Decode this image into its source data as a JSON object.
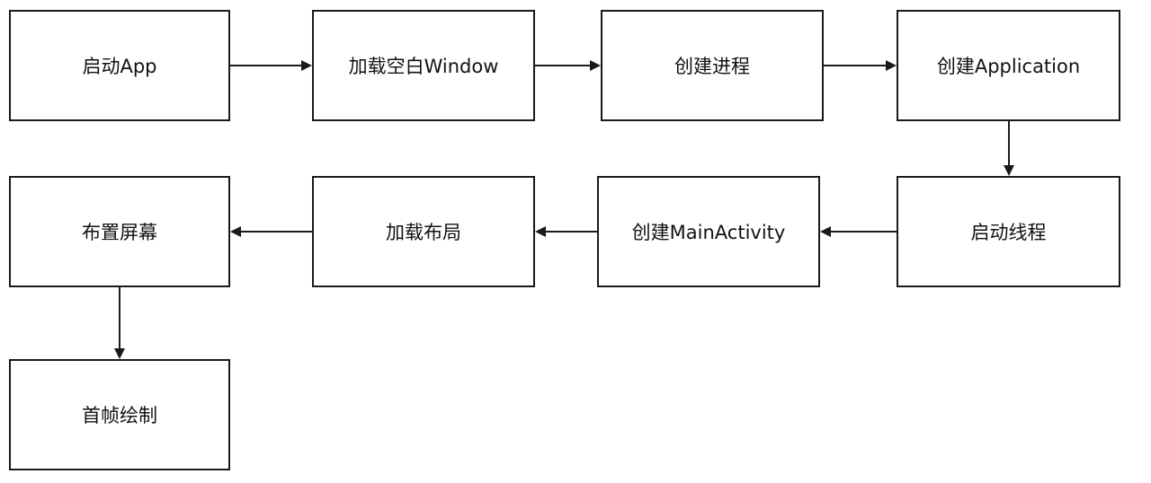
{
  "diagram": {
    "nodes": [
      {
        "id": "n1",
        "label": "启动App"
      },
      {
        "id": "n2",
        "label": "加载空白Window"
      },
      {
        "id": "n3",
        "label": "创建进程"
      },
      {
        "id": "n4",
        "label": "创建Application"
      },
      {
        "id": "n5",
        "label": "启动线程"
      },
      {
        "id": "n6",
        "label": "创建MainActivity"
      },
      {
        "id": "n7",
        "label": "加载布局"
      },
      {
        "id": "n8",
        "label": "布置屏幕"
      },
      {
        "id": "n9",
        "label": "首帧绘制"
      }
    ],
    "edges": [
      {
        "from": "n1",
        "to": "n2"
      },
      {
        "from": "n2",
        "to": "n3"
      },
      {
        "from": "n3",
        "to": "n4"
      },
      {
        "from": "n4",
        "to": "n5"
      },
      {
        "from": "n5",
        "to": "n6"
      },
      {
        "from": "n6",
        "to": "n7"
      },
      {
        "from": "n7",
        "to": "n8"
      },
      {
        "from": "n8",
        "to": "n9"
      }
    ],
    "colors": {
      "stroke": "#1a1a1a",
      "fill": "#ffffff",
      "text": "#111111"
    }
  }
}
